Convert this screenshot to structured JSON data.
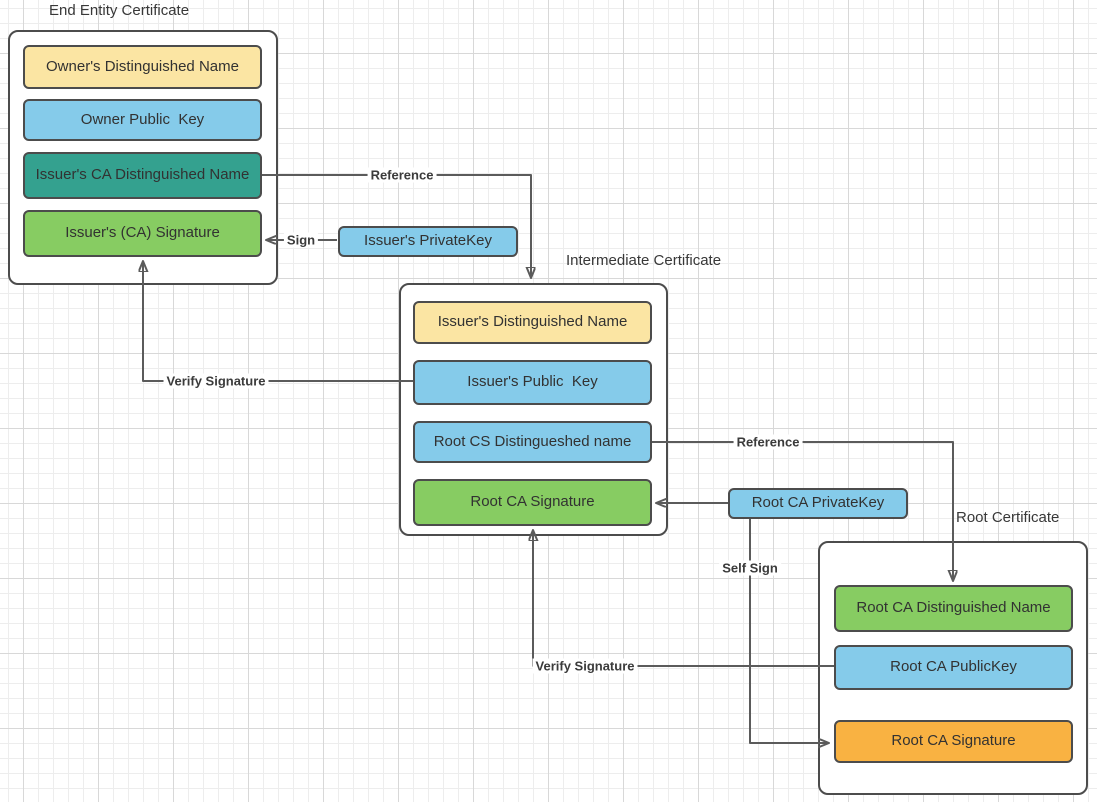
{
  "colors": {
    "field_yellow": "#FBE5A3",
    "field_blue": "#85CBEA",
    "field_teal": "#34A18F",
    "field_green": "#87CC62",
    "field_orange": "#F9B242",
    "shape_border": "#4C4C4C",
    "connector": "#5B5B5B",
    "text": "#323232"
  },
  "diagram": {
    "certificates": [
      {
        "title": "End Entity Certificate",
        "fields": [
          {
            "label": "Owner's Distinguished Name",
            "color": "yellow"
          },
          {
            "label": "Owner Public  Key",
            "color": "blue"
          },
          {
            "label": "Issuer's CA Distinguished Name",
            "color": "teal"
          },
          {
            "label": "Issuer's (CA) Signature",
            "color": "green"
          }
        ]
      },
      {
        "title": "Intermediate Certificate",
        "fields": [
          {
            "label": "Issuer's Distinguished Name",
            "color": "yellow"
          },
          {
            "label": "Issuer's Public  Key",
            "color": "blue"
          },
          {
            "label": "Root CS Distingueshed name",
            "color": "blue"
          },
          {
            "label": "Root CA Signature",
            "color": "green"
          }
        ]
      },
      {
        "title": "Root Certificate",
        "fields": [
          {
            "label": "Root CA Distinguished Name",
            "color": "green"
          },
          {
            "label": "Root CA PublicKey",
            "color": "blue"
          },
          {
            "label": "Root CA Signature",
            "color": "orange"
          }
        ]
      }
    ],
    "keys": [
      {
        "label": "Issuer's PrivateKey"
      },
      {
        "label": "Root CA PrivateKey"
      }
    ],
    "connectors": [
      {
        "label": "Reference"
      },
      {
        "label": "Sign"
      },
      {
        "label": "Verify Signature"
      },
      {
        "label": "Reference"
      },
      {
        "label": "Self Sign"
      },
      {
        "label": "Verify Signature"
      }
    ]
  }
}
